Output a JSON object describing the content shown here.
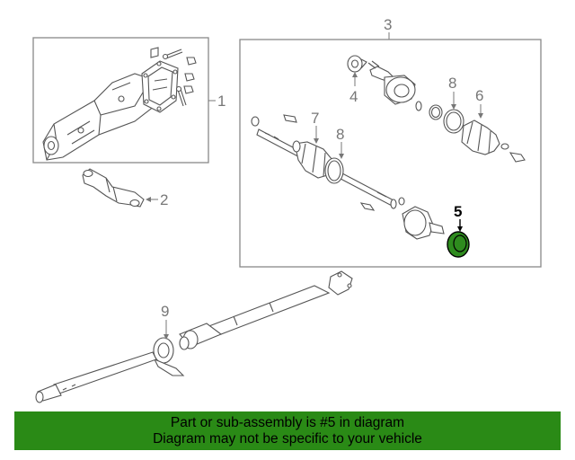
{
  "callouts": {
    "c1": "1",
    "c2": "2",
    "c3": "3",
    "c4": "4",
    "c5": "5",
    "c6": "6",
    "c7": "7",
    "c8a": "8",
    "c8b": "8",
    "c9": "9"
  },
  "highlight": {
    "color": "#2e8b1e",
    "part": "5"
  },
  "banner": {
    "line1": "Part or sub-assembly is #5 in diagram",
    "line2": "Diagram may not be specific to your vehicle",
    "color": "#2a8a16"
  }
}
